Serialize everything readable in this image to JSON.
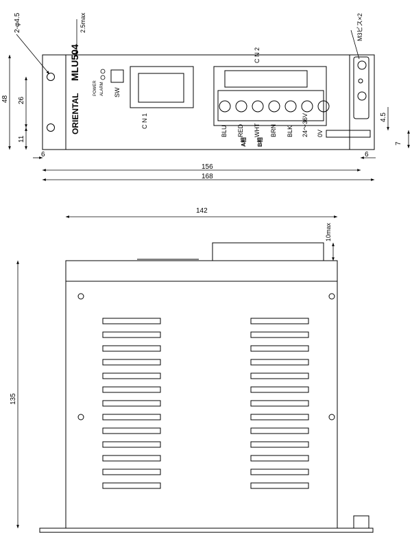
{
  "top_view": {
    "hole_callout": "2-φ4.5",
    "protrusion_max": "2.5max",
    "model": "MLU504",
    "brand": "ORIENTAL",
    "led_power": "POWER",
    "led_alarm": "ALARM",
    "switch_label": "SW",
    "cn1_label": "C N 1",
    "cn2_label": "C N 2",
    "wire_labels": [
      "BLU",
      "RED",
      "WHT",
      "BRN",
      "BLK",
      "24〜36V",
      "0V"
    ],
    "phase_a": "A相",
    "phase_b": "B相",
    "screw_label": "M3ビス×2",
    "dims": {
      "height": "48",
      "pitch": "26",
      "bottom": "11",
      "left_offset": "6",
      "right_offset": "6",
      "inner_length": "156",
      "overall_length": "168",
      "slot_width": "4.5",
      "slot_depth": "7"
    }
  },
  "front_view": {
    "dims": {
      "width": "142",
      "terminal_max": "10max",
      "height": "135"
    }
  }
}
